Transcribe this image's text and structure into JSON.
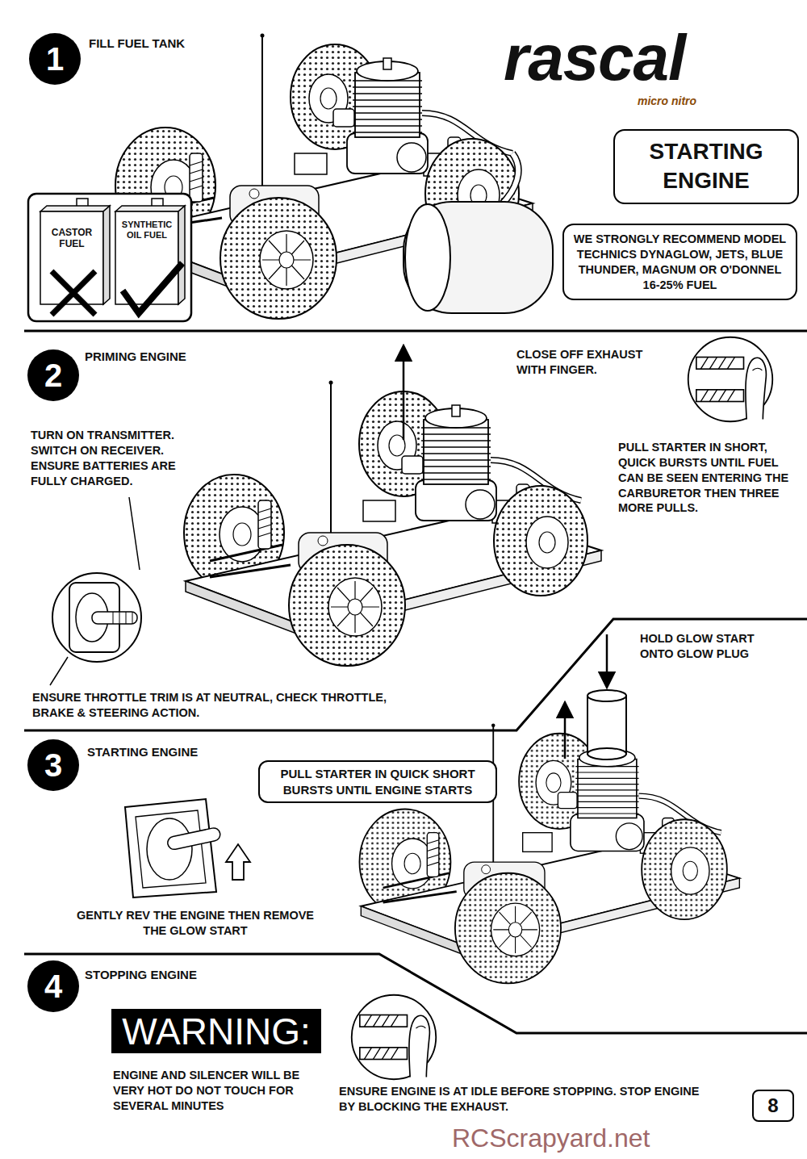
{
  "diagram": {
    "nodes": [
      {
        "text": [
          "1"
        ]
      },
      {
        "text": [
          "STARTING ENGINE"
        ]
      },
      {
        "text": [
          "WE STRONGLY RECOMMEND MODEL TECHNICS DYNAGLOW, JETS, BLUE THUNDER, MAGNUM OR O'DONNEL 16-25% FUEL"
        ]
      },
      {
        "text": [
          "2"
        ]
      },
      {
        "text": [
          "3"
        ]
      },
      {
        "text": [
          "PULL STARTER IN QUICK SHORT BURSTS UNTIL ENGINE STARTS"
        ]
      },
      {
        "text": [
          "4"
        ]
      },
      {
        "text": [
          "WARNING:"
        ]
      },
      {
        "text": [
          "8"
        ]
      }
    ],
    "labels": [
      "rascal",
      "micro nitro",
      "FILL FUEL TANK",
      "CASTOR FUEL",
      "SYNTHETIC OIL FUEL",
      "PRIMING ENGINE",
      "CLOSE OFF EXHAUST WITH FINGER.",
      "TURN ON TRANSMITTER. SWITCH ON RECEIVER. ENSURE BATTERIES ARE FULLY CHARGED.",
      "PULL STARTER IN SHORT, QUICK BURSTS UNTIL FUEL CAN BE SEEN ENTERING THE CARBURETOR THEN THREE MORE PULLS.",
      "ENSURE THROTTLE TRIM IS AT NEUTRAL, CHECK THROTTLE, BRAKE & STEERING ACTION.",
      "HOLD GLOW START ONTO GLOW PLUG",
      "STARTING ENGINE",
      "GENTLY REV THE ENGINE THEN REMOVE THE GLOW START",
      "STOPPING ENGINE",
      "ENGINE AND SILENCER WILL BE VERY HOT DO NOT TOUCH FOR SEVERAL MINUTES",
      "ENSURE ENGINE IS AT IDLE BEFORE STOPPING. STOP ENGINE BY BLOCKING THE EXHAUST.",
      "RCScrapyard.net"
    ]
  }
}
